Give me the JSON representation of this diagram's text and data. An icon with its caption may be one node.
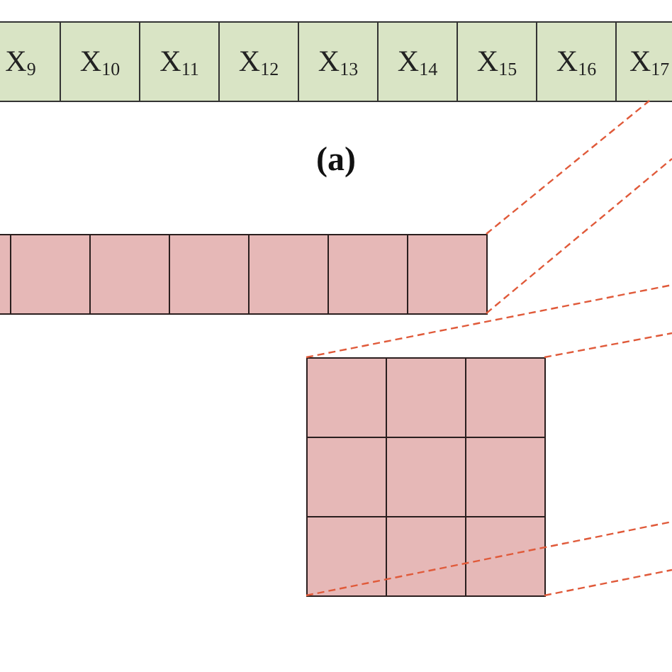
{
  "diagram": {
    "nodes": [
      {
        "text": [
          "X$_{9}$"
        ]
      },
      {
        "text": [
          "X$_{10}$"
        ]
      },
      {
        "text": [
          "X$_{11}$"
        ]
      },
      {
        "text": [
          "X$_{12}$"
        ]
      },
      {
        "text": [
          "X$_{13}$"
        ]
      },
      {
        "text": [
          "X$_{14}$"
        ]
      },
      {
        "text": [
          "X$_{15}$"
        ]
      },
      {
        "text": [
          "X$_{16}$"
        ]
      },
      {
        "text": [
          "X$_{17}$"
        ]
      },
      {
        "text": [],
        "shape": "box"
      },
      {
        "text": [],
        "shape": "box"
      },
      {
        "text": [],
        "shape": "box"
      },
      {
        "text": [],
        "shape": "box"
      },
      {
        "text": [],
        "shape": "box"
      },
      {
        "text": [],
        "shape": "box"
      },
      {
        "text": [],
        "shape": "box"
      },
      {
        "text": [],
        "shape": "box"
      },
      {
        "text": [],
        "shape": "box"
      },
      {
        "text": [],
        "shape": "box"
      },
      {
        "text": [],
        "shape": "box"
      },
      {
        "text": [],
        "shape": "box"
      },
      {
        "text": [],
        "shape": "box"
      },
      {
        "text": [],
        "shape": "box"
      },
      {
        "text": [],
        "shape": "box"
      },
      {
        "text": [],
        "shape": "box"
      }
    ],
    "edges": [
      {
        "from": 15,
        "to": 8,
        "arrow": "none",
        "style": "dashed"
      },
      {
        "from": 15,
        "to": null,
        "arrow": "none",
        "style": "dashed"
      },
      {
        "from": 16,
        "to": null,
        "arrow": "none",
        "style": "dashed"
      },
      {
        "from": 18,
        "to": null,
        "arrow": "none",
        "style": "dashed"
      },
      {
        "from": 22,
        "to": null,
        "arrow": "none",
        "style": "dashed"
      },
      {
        "from": 24,
        "to": null,
        "arrow": "none",
        "style": "dashed"
      }
    ],
    "labels": [
      "(a)"
    ]
  }
}
